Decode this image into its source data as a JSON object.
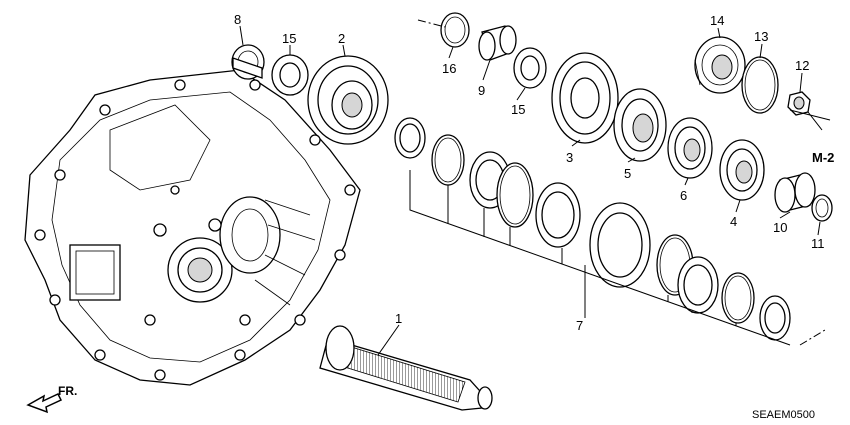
{
  "callouts": {
    "c1": "1",
    "c2": "2",
    "c3": "3",
    "c4": "4",
    "c5": "5",
    "c6": "6",
    "c7": "7",
    "c8": "8",
    "c9": "9",
    "c10": "10",
    "c11": "11",
    "c12": "12",
    "c13": "13",
    "c14": "14",
    "c15a": "15",
    "c15b": "15",
    "c16": "16"
  },
  "reference": "M-2",
  "direction_label": "FR.",
  "diagram_code": "SEAEM0500"
}
